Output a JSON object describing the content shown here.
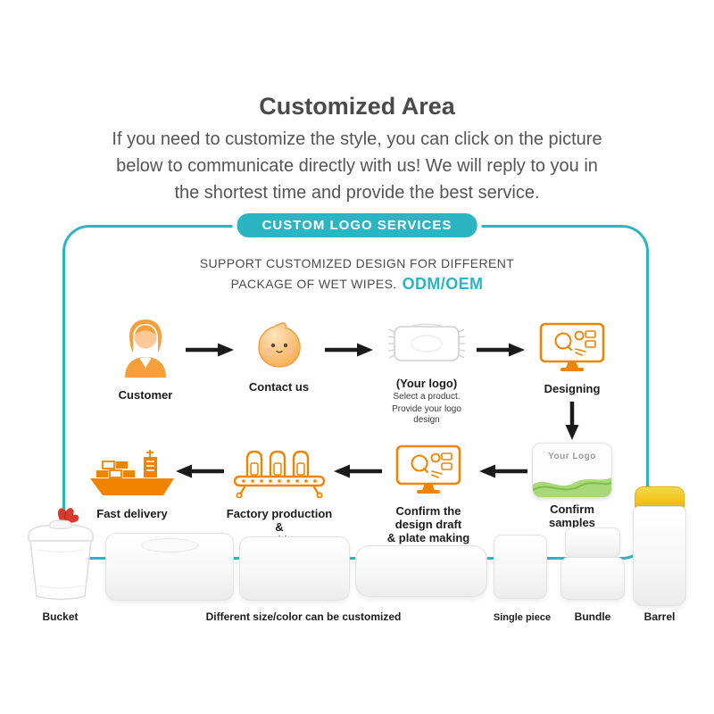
{
  "header": {
    "title": "Customized Area",
    "intro_lines": [
      "If you need to customize the style, you can click on the picture",
      "below to communicate directly with us! We will reply to you in",
      "the shortest time and provide the best service."
    ]
  },
  "services": {
    "badge": "CUSTOM LOGO SERVICES",
    "support_line1": "SUPPORT CUSTOMIZED DESIGN FOR DIFFERENT",
    "support_line2": "PACKAGE OF WET WIPES.",
    "odm_oem": "ODM/OEM"
  },
  "flow": {
    "customer": {
      "label": "Customer"
    },
    "contact": {
      "label": "Contact us"
    },
    "product": {
      "label": "(Your logo)",
      "sub1": "Select a product.",
      "sub2": "Provide your logo design"
    },
    "designing": {
      "label": "Designing"
    },
    "samples": {
      "label": "Confirm samples",
      "pack_text": "Your Logo"
    },
    "draft": {
      "line1": "Confirm the design draft",
      "line2": "& plate making"
    },
    "factory": {
      "line1": "Factory production &",
      "line2": "Packing"
    },
    "delivery": {
      "label": "Fast delivery"
    }
  },
  "products": {
    "bucket": "Bucket",
    "sizes": "Different size/color can be customized",
    "single": "Single piece",
    "bundle": "Bundle",
    "barrel": "Barrel"
  },
  "colors": {
    "teal": "#2bb5c3",
    "orange": "#f08300",
    "orange_light": "#f6a03c",
    "text_dark": "#4a4a4a",
    "arrow_black": "#1b1b1b",
    "red_wipe": "#d93a2b",
    "yellow_lid": "#f2c51c",
    "green_wave": "#8fcb5a"
  }
}
